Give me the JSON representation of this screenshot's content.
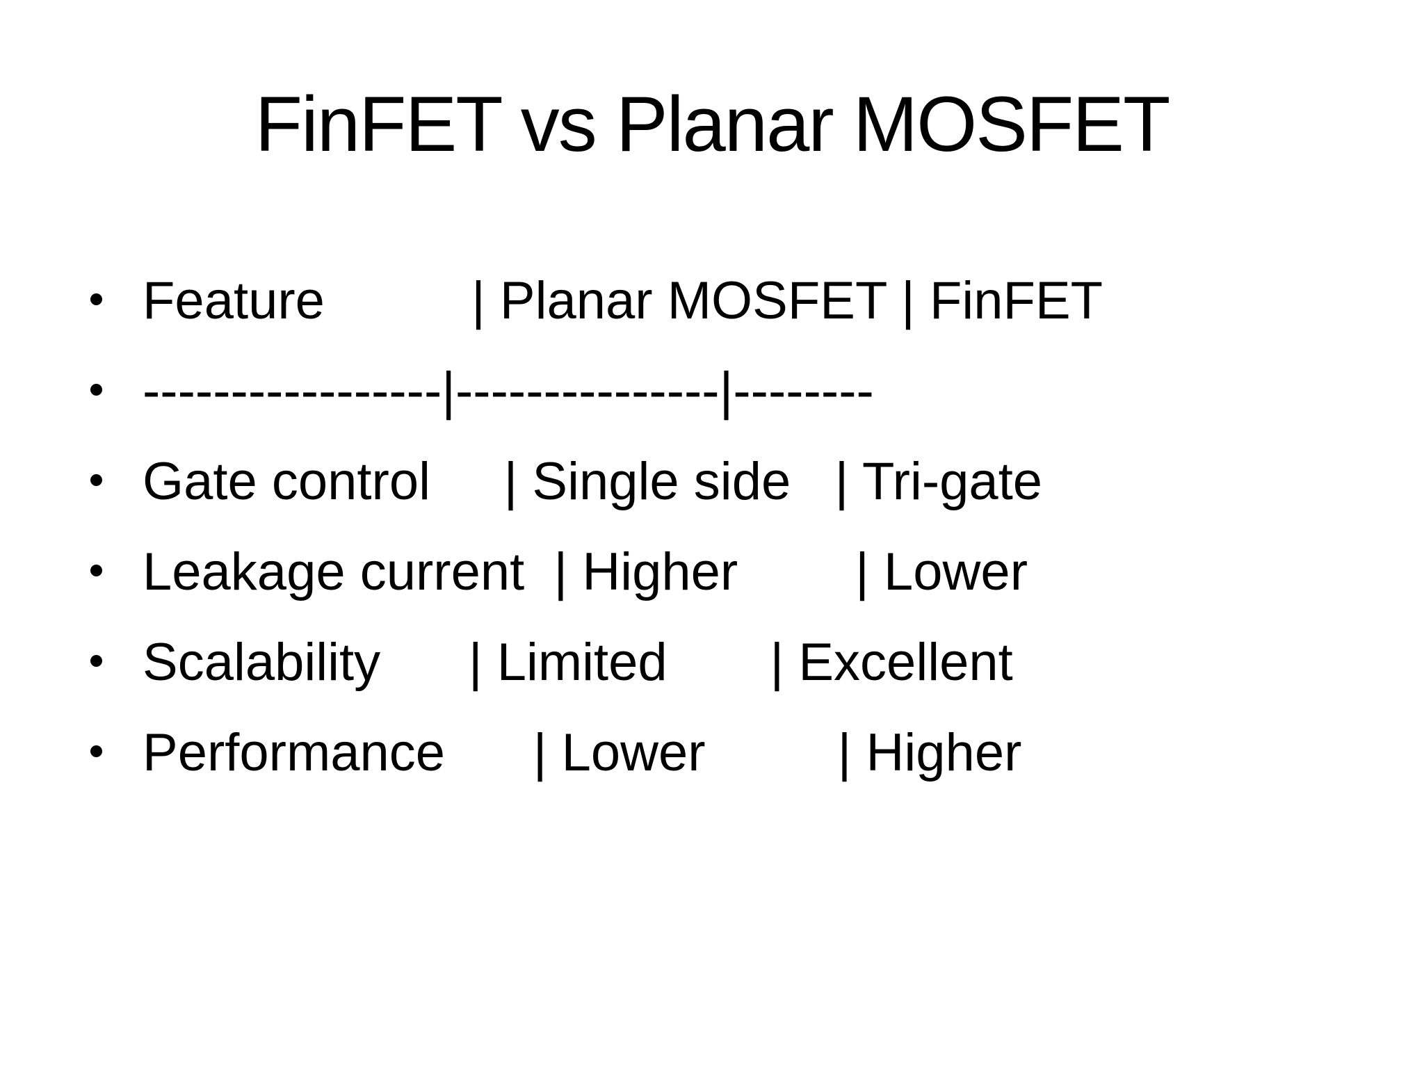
{
  "slide": {
    "title": "FinFET vs Planar MOSFET",
    "lines": [
      "Feature          | Planar MOSFET | FinFET",
      "-----------------|---------------|--------",
      "Gate control     | Single side   | Tri-gate",
      "Leakage current  | Higher        | Lower",
      "Scalability      | Limited       | Excellent",
      "Performance      | Lower         | Higher"
    ],
    "table": {
      "columns": [
        "Feature",
        "Planar MOSFET",
        "FinFET"
      ],
      "rows": [
        [
          "Gate control",
          "Single side",
          "Tri-gate"
        ],
        [
          "Leakage current",
          "Higher",
          "Lower"
        ],
        [
          "Scalability",
          "Limited",
          "Excellent"
        ],
        [
          "Performance",
          "Lower",
          "Higher"
        ]
      ]
    },
    "colors": {
      "background": "#ffffff",
      "text": "#000000"
    }
  }
}
